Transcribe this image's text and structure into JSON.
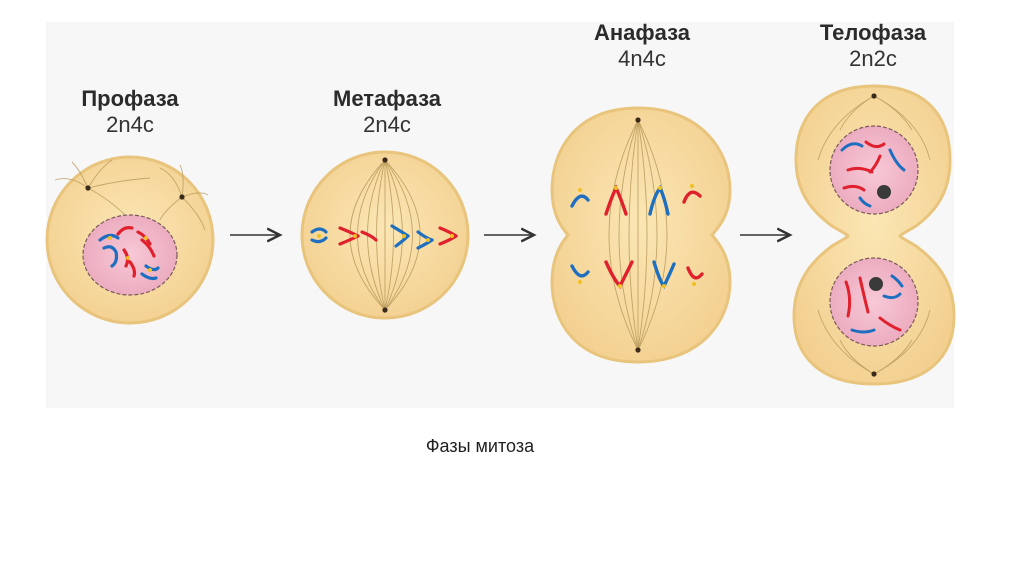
{
  "phases": [
    {
      "name": "Профаза",
      "formula": "2n4c"
    },
    {
      "name": "Метафаза",
      "formula": "2n4c"
    },
    {
      "name": "Анафаза",
      "formula": "4n4c"
    },
    {
      "name": "Телофаза",
      "formula": "2n2c"
    }
  ],
  "caption": "Фазы митоза",
  "colors": {
    "cytoplasm": "#f7dca0",
    "cell_outline": "#e8c47c",
    "nucleus": "#f1b8c8",
    "chromosome_red": "#e0202c",
    "chromosome_blue": "#1f6fc0",
    "centromere": "#f0c020",
    "spindle": "#b89a5c",
    "arrow": "#333333"
  }
}
